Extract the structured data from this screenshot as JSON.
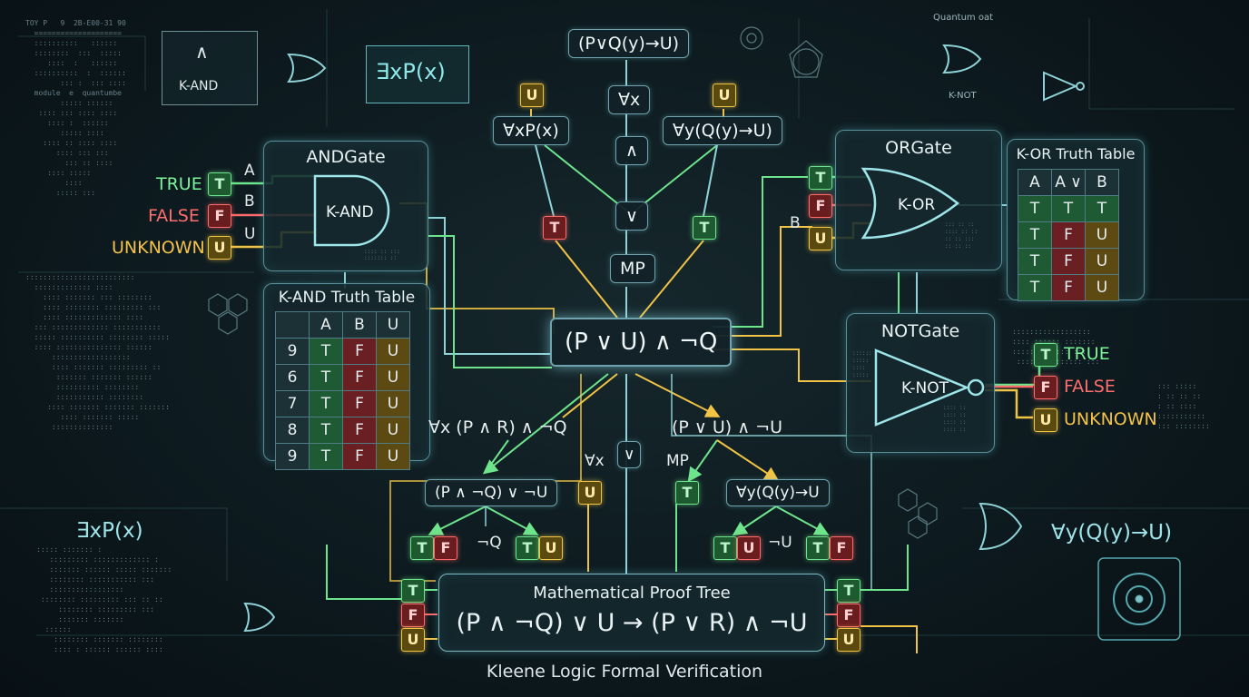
{
  "top_formulas": {
    "root": "(P∨Q(y)→U)",
    "forall_x": "∀x",
    "and_op": "∧",
    "or_op": "∨",
    "mp": "MP",
    "left": "∀xP(x)",
    "right": "∀y(Q(y)→U)",
    "exists_top": "∃xP(x)"
  },
  "and_gate": {
    "title": "ANDGate",
    "gate_label": "K-AND",
    "inputs": [
      "A",
      "B",
      "U"
    ]
  },
  "left_legend": [
    {
      "text": "TRUE",
      "chip": "T"
    },
    {
      "text": "FALSE",
      "chip": "F"
    },
    {
      "text": "UNKNOWN",
      "chip": "U"
    }
  ],
  "kand_table": {
    "title": "K-AND Truth Table",
    "headers": [
      "",
      "A",
      "B",
      "U"
    ],
    "rows": [
      [
        "9",
        "T",
        "F",
        "U"
      ],
      [
        "6",
        "T",
        "F",
        "U"
      ],
      [
        "7",
        "T",
        "F",
        "U"
      ],
      [
        "8",
        "T",
        "F",
        "U"
      ],
      [
        "9",
        "T",
        "F",
        "U"
      ]
    ]
  },
  "or_gate": {
    "title": "ORGate",
    "gate_label": "K-OR",
    "input_b": "B"
  },
  "kor_table": {
    "title": "K-OR Truth Table",
    "headers": [
      "A",
      "A ∨",
      "B"
    ],
    "rows": [
      [
        "T",
        "T",
        "T"
      ],
      [
        "T",
        "F",
        "U"
      ],
      [
        "T",
        "F",
        "U"
      ],
      [
        "T",
        "F",
        "U"
      ]
    ]
  },
  "not_gate": {
    "title": "NOTGate",
    "gate_label": "K-NOT"
  },
  "right_legend": [
    {
      "text": "TRUE",
      "chip": "T"
    },
    {
      "text": "FALSE",
      "chip": "F"
    },
    {
      "text": "UNKNOWN",
      "chip": "U"
    }
  ],
  "center": {
    "hub": "(P ∨ U) ∧ ¬Q"
  },
  "mid_left": {
    "formula": "∀x (P ∧ R) ∧ ¬Q",
    "sub": "(P ∧ ¬Q) ∨ ¬U",
    "forall": "∀x",
    "neg_q": "¬Q"
  },
  "mid_right": {
    "formula": "(P ∨ U) ∧ ¬U",
    "sub": "∀y(Q(y)→U",
    "mp": "MP",
    "neg_u": "¬U"
  },
  "vertical_op": "∨",
  "bottom": {
    "title": "Mathematical Proof Tree",
    "formula": "(P ∧ ¬Q) ∨ U → (P ∨ R) ∧ ¬U",
    "footer": "Kleene Logic Formal Verification"
  },
  "side_formulas": {
    "left_exists": "∃xP(x)",
    "right_forall": "∀y(Q(y)→U)",
    "top_exists": "∃xP(x)",
    "top_kand": "K-AND",
    "top_knot": "K-NOT",
    "quantum": "Quantum oat"
  },
  "colors": {
    "true": "#6ee58c",
    "false": "#ff6b6b",
    "unknown": "#f2c445",
    "wire": "#5fb8c0"
  }
}
